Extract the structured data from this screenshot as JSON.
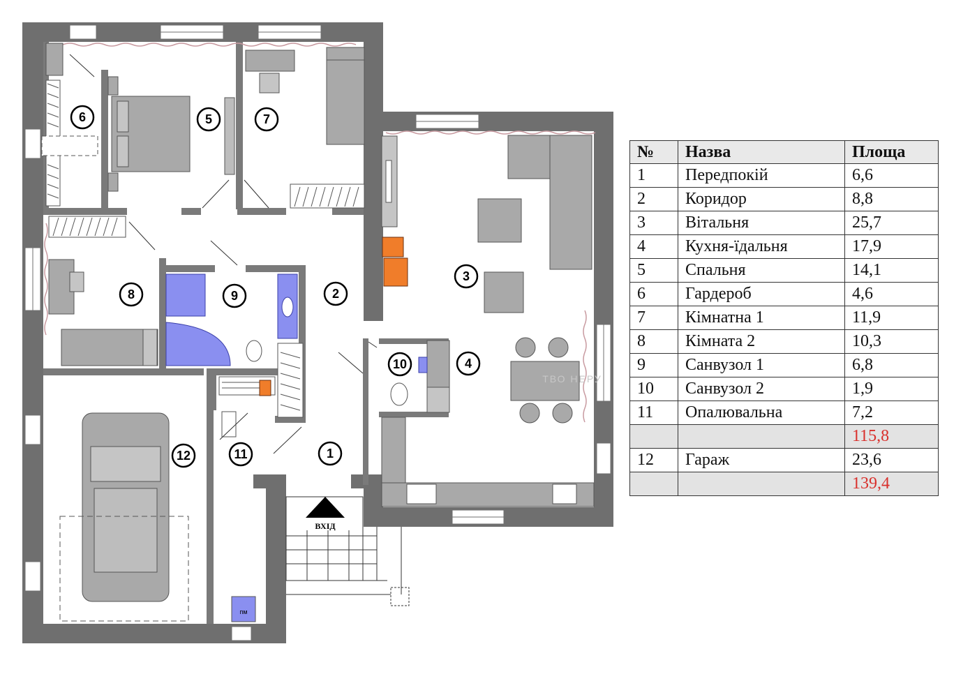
{
  "plan": {
    "room_markers": [
      "1",
      "2",
      "3",
      "4",
      "5",
      "6",
      "7",
      "8",
      "9",
      "10",
      "11",
      "12"
    ],
    "entrance_label": "ВХІД",
    "boiler_label": "пм",
    "watermark": "ТВО НЕРУ"
  },
  "table": {
    "headers": {
      "no": "№",
      "name": "Назва",
      "area": "Площа"
    },
    "rooms": [
      {
        "no": "1",
        "name": "Передпокій",
        "area": "6,6"
      },
      {
        "no": "2",
        "name": "Коридор",
        "area": "8,8"
      },
      {
        "no": "3",
        "name": "Вітальня",
        "area": "25,7"
      },
      {
        "no": "4",
        "name": "Кухня-їдальня",
        "area": "17,9"
      },
      {
        "no": "5",
        "name": "Спальня",
        "area": "14,1"
      },
      {
        "no": "6",
        "name": "Гардероб",
        "area": "4,6"
      },
      {
        "no": "7",
        "name": "Кімнатна 1",
        "area": "11,9"
      },
      {
        "no": "8",
        "name": "Кімната 2",
        "area": "10,3"
      },
      {
        "no": "9",
        "name": "Санвузол 1",
        "area": "6,8"
      },
      {
        "no": "10",
        "name": "Санвузол 2",
        "area": "1,9"
      },
      {
        "no": "11",
        "name": "Опалювальна",
        "area": "7,2"
      }
    ],
    "subtotal": "115,8",
    "garage": {
      "no": "12",
      "name": "Гараж",
      "area": "23,6"
    },
    "total": "139,4"
  },
  "colors": {
    "wall": "#6f6f6f",
    "furniture": "#a9a9a9",
    "sanitary": "#8a8ff0",
    "fireplace": "#f07d2a",
    "total_text": "#d9302c"
  }
}
